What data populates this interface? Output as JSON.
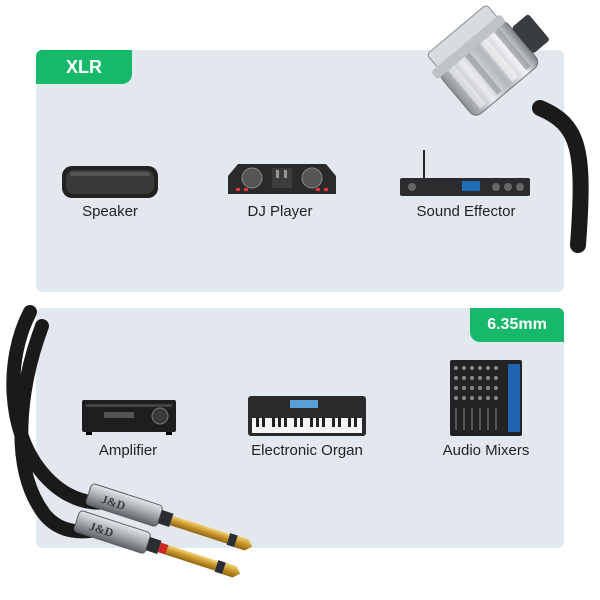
{
  "badges": {
    "xlr": "XLR",
    "jack": "6.35mm"
  },
  "top_devices": [
    {
      "label": "Speaker",
      "icon": "speaker-icon"
    },
    {
      "label": "DJ Player",
      "icon": "dj-controller-icon"
    },
    {
      "label": "Sound Effector",
      "icon": "sound-effector-icon"
    }
  ],
  "bottom_devices": [
    {
      "label": "Amplifier",
      "icon": "amplifier-icon"
    },
    {
      "label": "Electronic Organ",
      "icon": "keyboard-icon"
    },
    {
      "label": "Audio Mixers",
      "icon": "mixer-icon"
    }
  ],
  "connector_brand": "J&D",
  "colors": {
    "accent": "#16b86a",
    "panel": "#e3e8ef",
    "cable": "#1a1a1a",
    "gold": "#d4a437",
    "silver": "#b9bcc0"
  }
}
